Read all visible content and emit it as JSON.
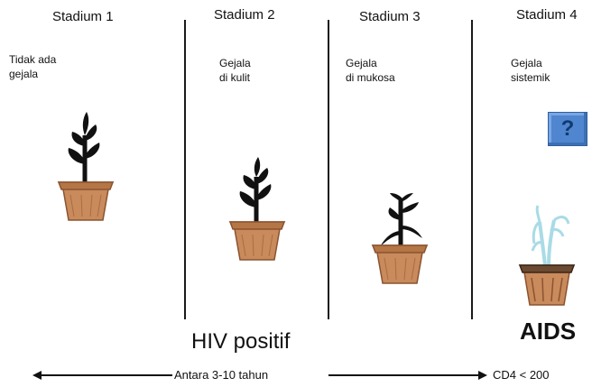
{
  "stages": [
    {
      "title": "Stadium 1",
      "description": "Tidak ada\ngejala"
    },
    {
      "title": "Stadium 2",
      "description": "Gejala\ndi kulit"
    },
    {
      "title": "Stadium 3",
      "description": "Gejala\ndi mukosa"
    },
    {
      "title": "Stadium 4",
      "description": "Gejala\nsistemik"
    }
  ],
  "unknown_symbol": "?",
  "hiv_label": "HIV positif",
  "aids_label": "AIDS",
  "timeline_label": "Antara 3-10 tahun",
  "cd4_label": "CD4 < 200",
  "icons": {
    "healthy_plant": "healthy-plant-icon",
    "wilting_plant": "wilting-plant-icon",
    "question": "question-mark-icon"
  },
  "colors": {
    "pot": "#c98a5c",
    "pot_dark": "#8a5330",
    "plant": "#111111",
    "wilted_plant": "#a9dbe6",
    "question_box": "#4f86cf"
  }
}
